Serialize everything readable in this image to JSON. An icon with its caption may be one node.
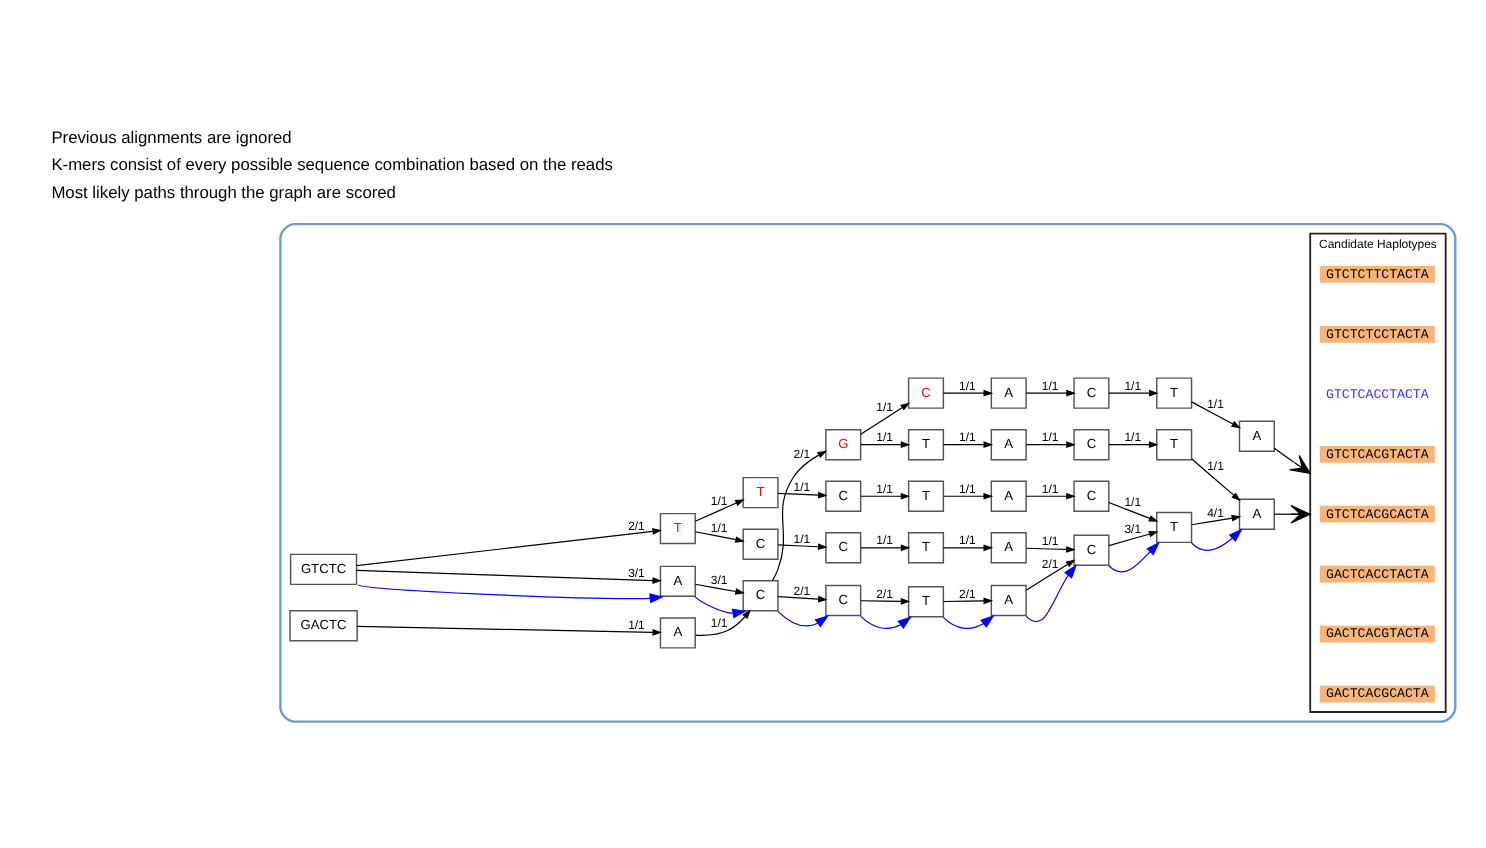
{
  "diagram": {
    "nodes": [
      {
        "text": [],
        "shape": "box"
      },
      {
        "text": [
          "GTCTC"
        ],
        "in": 0
      },
      {
        "text": [
          "GACTC"
        ],
        "in": 0
      },
      {
        "text": [
          "T"
        ],
        "in": 0
      },
      {
        "text": [
          "C"
        ],
        "in": 0
      },
      {
        "text": [
          "T"
        ],
        "in": 0
      },
      {
        "text": [
          "A"
        ],
        "in": 0
      },
      {
        "text": [
          "C"
        ],
        "in": 0
      },
      {
        "text": [
          "T"
        ],
        "in": 0
      },
      {
        "text": [
          "C"
        ],
        "in": 0
      },
      {
        "text": [
          "C"
        ],
        "in": 0
      },
      {
        "text": [
          "T"
        ],
        "in": 0
      },
      {
        "text": [
          "A"
        ],
        "in": 0
      },
      {
        "text": [
          "C"
        ],
        "in": 0
      },
      {
        "text": [
          "A"
        ],
        "in": 0
      },
      {
        "text": [
          "C"
        ],
        "in": 0
      },
      {
        "text": [
          "C"
        ],
        "in": 0
      },
      {
        "text": [
          "T"
        ],
        "in": 0
      },
      {
        "text": [
          "A"
        ],
        "in": 0
      },
      {
        "text": [
          "T"
        ],
        "in": 0
      },
      {
        "text": [
          "A"
        ],
        "in": 0
      },
      {
        "text": [
          "A"
        ],
        "in": 0
      },
      {
        "text": [
          "G"
        ],
        "in": 0
      },
      {
        "text": [
          "T"
        ],
        "in": 0
      },
      {
        "text": [
          "A"
        ],
        "in": 0
      },
      {
        "text": [
          "C"
        ],
        "in": 0
      },
      {
        "text": [
          "T"
        ],
        "in": 0
      },
      {
        "text": [
          "C"
        ],
        "in": 0
      },
      {
        "text": [
          "A"
        ],
        "in": 0
      },
      {
        "text": [
          "C"
        ],
        "in": 0
      },
      {
        "text": [
          "T"
        ],
        "in": 0
      },
      {
        "text": [
          "A"
        ],
        "in": 0
      },
      {
        "text": [
          "Candidate Haplotypes"
        ],
        "in": 0
      },
      {
        "text": [
          "GTCTCTTCTACTA"
        ],
        "in": 32
      },
      {
        "text": [
          "GTCTCTCCTACTA"
        ],
        "in": 32
      },
      {
        "text": [
          "GTCTCACCTACTA"
        ],
        "in": 32
      },
      {
        "text": [
          "GTCTCACGTACTA"
        ],
        "in": 32
      },
      {
        "text": [
          "GTCTCACGCACTA"
        ],
        "in": 32
      },
      {
        "text": [
          "GACTCACCTACTA"
        ],
        "in": 32
      },
      {
        "text": [
          "GACTCACGTACTA"
        ],
        "in": 32
      },
      {
        "text": [
          "GACTCACGCACTA"
        ],
        "in": 32
      }
    ],
    "edges": [
      {
        "from": 1,
        "to": 8,
        "arrow": "to",
        "label": "2/1"
      },
      {
        "from": 1,
        "to": 14,
        "arrow": "to",
        "label": "3/1"
      },
      {
        "from": 1,
        "to": 14,
        "arrow": "to",
        "color": "#0000ff"
      },
      {
        "from": 8,
        "to": 3,
        "arrow": "to",
        "label": "1/1"
      },
      {
        "from": 8,
        "to": 9,
        "arrow": "to",
        "label": "1/1"
      },
      {
        "from": 3,
        "to": 4,
        "arrow": "to",
        "label": "1/1"
      },
      {
        "from": 4,
        "to": 5,
        "arrow": "to",
        "label": "1/1"
      },
      {
        "from": 5,
        "to": 6,
        "arrow": "to",
        "label": "1/1"
      },
      {
        "from": 6,
        "to": 7,
        "arrow": "to",
        "label": "1/1"
      },
      {
        "from": 7,
        "to": 19,
        "arrow": "to",
        "label": "1/1"
      },
      {
        "from": 9,
        "to": 10,
        "arrow": "to",
        "label": "1/1"
      },
      {
        "from": 10,
        "to": 11,
        "arrow": "to",
        "label": "1/1"
      },
      {
        "from": 11,
        "to": 12,
        "arrow": "to",
        "label": "1/1"
      },
      {
        "from": 12,
        "to": 13,
        "arrow": "to",
        "label": "1/1"
      },
      {
        "from": 14,
        "to": 15,
        "arrow": "to",
        "label": "3/1"
      },
      {
        "from": 14,
        "to": 15,
        "arrow": "to",
        "color": "#0000ff"
      },
      {
        "from": 2,
        "to": 21,
        "arrow": "to",
        "label": "1/1"
      },
      {
        "from": 21,
        "to": 15,
        "arrow": "to",
        "label": "1/1"
      },
      {
        "from": 15,
        "to": 16,
        "arrow": "to",
        "label": "2/1"
      },
      {
        "from": 15,
        "to": 16,
        "arrow": "to",
        "color": "#0000ff"
      },
      {
        "from": 15,
        "to": 22,
        "arrow": "to",
        "label": "2/1"
      },
      {
        "from": 16,
        "to": 17,
        "arrow": "to",
        "label": "2/1"
      },
      {
        "from": 16,
        "to": 17,
        "arrow": "to",
        "color": "#0000ff"
      },
      {
        "from": 17,
        "to": 18,
        "arrow": "to",
        "label": "2/1"
      },
      {
        "from": 17,
        "to": 18,
        "arrow": "to",
        "color": "#0000ff"
      },
      {
        "from": 18,
        "to": 13,
        "arrow": "to",
        "label": "2/1"
      },
      {
        "from": 18,
        "to": 13,
        "arrow": "to",
        "color": "#0000ff"
      },
      {
        "from": 13,
        "to": 19,
        "arrow": "to",
        "label": "3/1"
      },
      {
        "from": 13,
        "to": 19,
        "arrow": "to",
        "color": "#0000ff"
      },
      {
        "from": 19,
        "to": 20,
        "arrow": "to",
        "label": "4/1"
      },
      {
        "from": 19,
        "to": 20,
        "arrow": "to",
        "color": "#0000ff"
      },
      {
        "from": 22,
        "to": 23,
        "arrow": "to",
        "label": "1/1"
      },
      {
        "from": 23,
        "to": 24,
        "arrow": "to",
        "label": "1/1"
      },
      {
        "from": 24,
        "to": 25,
        "arrow": "to",
        "label": "1/1"
      },
      {
        "from": 25,
        "to": 26,
        "arrow": "to",
        "label": "1/1"
      },
      {
        "from": 26,
        "to": 20,
        "arrow": "to",
        "label": "1/1"
      },
      {
        "from": 22,
        "to": 27,
        "arrow": "to",
        "label": "1/1"
      },
      {
        "from": 27,
        "to": 28,
        "arrow": "to",
        "label": "1/1"
      },
      {
        "from": 28,
        "to": 29,
        "arrow": "to",
        "label": "1/1"
      },
      {
        "from": 29,
        "to": 30,
        "arrow": "to",
        "label": "1/1"
      },
      {
        "from": 30,
        "to": 31,
        "arrow": "to",
        "label": "1/1"
      },
      {
        "from": 20,
        "to": 32,
        "arrow": "to"
      },
      {
        "from": 31,
        "to": 32,
        "arrow": "to"
      }
    ],
    "labels": [
      "Previous alignments are ignored",
      "K-mers consist of every possible sequence combination based on the reads",
      "Most likely paths through the graph are scored"
    ]
  }
}
